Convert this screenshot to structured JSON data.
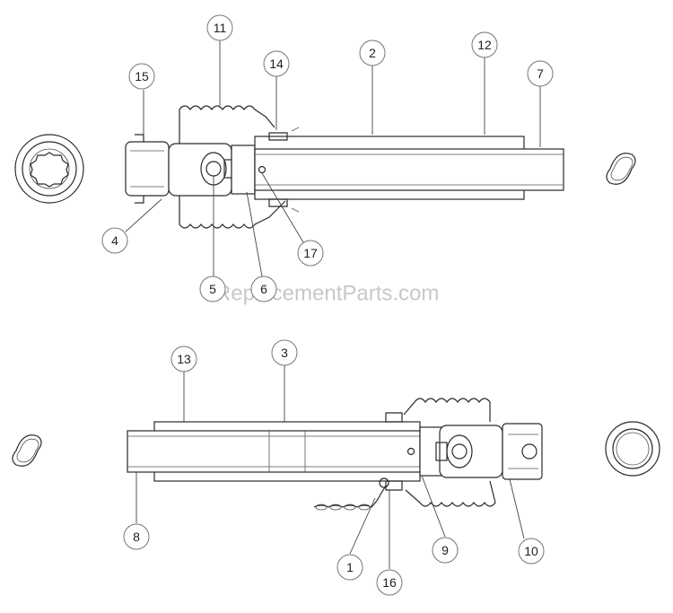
{
  "watermark": "eReplacementParts.com",
  "callouts": {
    "c1": "1",
    "c2": "2",
    "c3": "3",
    "c4": "4",
    "c5": "5",
    "c6": "6",
    "c7": "7",
    "c8": "8",
    "c9": "9",
    "c10": "10",
    "c11": "11",
    "c12": "12",
    "c13": "13",
    "c14": "14",
    "c15": "15",
    "c16": "16",
    "c17": "17"
  },
  "colors": {
    "line": "#2a2a2a",
    "callout_border": "#777777",
    "watermark": "#c8c8c8"
  }
}
